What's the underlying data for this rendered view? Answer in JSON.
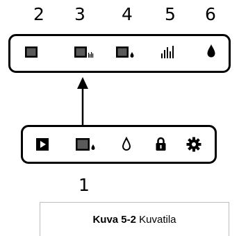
{
  "top_numbers": [
    "2",
    "3",
    "4",
    "5",
    "6"
  ],
  "bottom_number": "1",
  "top_panel": {
    "icons": [
      "picture-icon",
      "picture-histogram-icon",
      "picture-drop-icon",
      "histogram-icon",
      "drop-icon"
    ]
  },
  "bottom_panel": {
    "icons": [
      "play-icon",
      "picture-drop-icon",
      "drop-outline-icon",
      "lock-icon",
      "gear-icon"
    ]
  },
  "caption": {
    "label": "Kuva 5-2",
    "text": " Kuvatila"
  }
}
